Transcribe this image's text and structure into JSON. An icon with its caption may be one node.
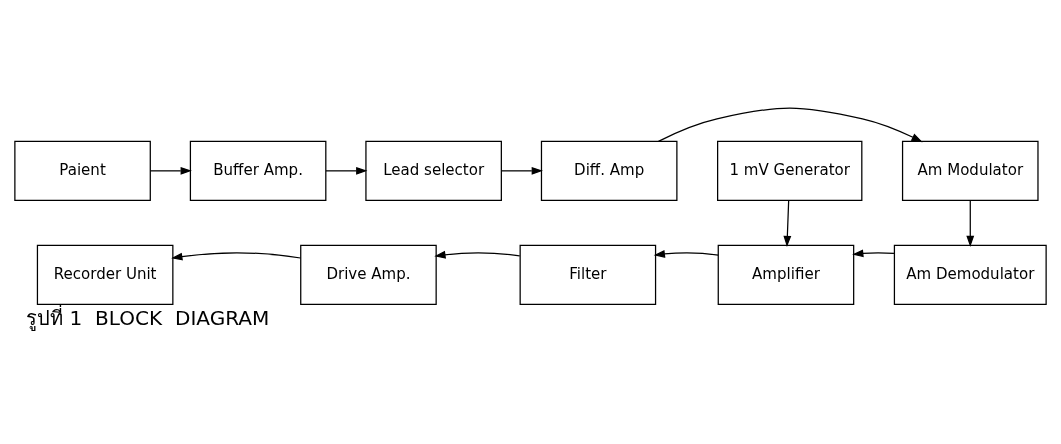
{
  "diagram": {
    "caption": "รูปที่ 1  BLOCK  DIAGRAM",
    "nodes": [
      {
        "text": [
          "Paient"
        ]
      },
      {
        "text": [
          "Buffer Amp."
        ]
      },
      {
        "text": [
          "Lead selector"
        ]
      },
      {
        "text": [
          "Diff. Amp"
        ]
      },
      {
        "text": [
          "Am Modulator"
        ]
      },
      {
        "text": [
          "Am Demodulator"
        ]
      },
      {
        "text": [
          "Amplifier"
        ]
      },
      {
        "text": [
          "Filter"
        ]
      },
      {
        "text": [
          "Drive Amp."
        ]
      },
      {
        "text": [
          "Recorder Unit"
        ]
      },
      {
        "text": [
          "1 mV Generator"
        ]
      }
    ],
    "edges": [
      {
        "from": 0,
        "to": 1,
        "arrow": "to"
      },
      {
        "from": 1,
        "to": 2,
        "arrow": "to"
      },
      {
        "from": 2,
        "to": 3,
        "arrow": "to"
      },
      {
        "from": 3,
        "to": 4,
        "arrow": "to"
      },
      {
        "from": 4,
        "to": 5,
        "arrow": "to"
      },
      {
        "from": 5,
        "to": 6,
        "arrow": "to"
      },
      {
        "from": 6,
        "to": 7,
        "arrow": "to"
      },
      {
        "from": 7,
        "to": 8,
        "arrow": "to"
      },
      {
        "from": 8,
        "to": 9,
        "arrow": "to"
      },
      {
        "from": 10,
        "to": 6,
        "arrow": "to"
      }
    ]
  }
}
